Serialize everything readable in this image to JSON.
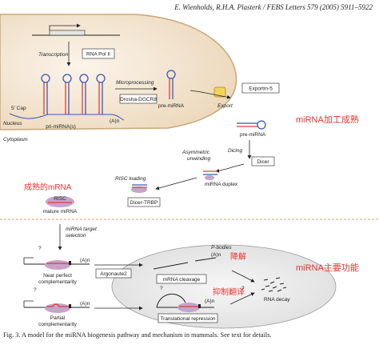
{
  "header": "E. Wienholds, R.H.A. Plasterk / FEBS Letters 579 (2005) 5911–5922",
  "labels": {
    "transcription": "Transcription",
    "rna_pol": "RNA Pol II",
    "cap": "5' Cap",
    "an": "(A)n",
    "pri_mirna": "pri-miRNA(s)",
    "nucleus": "Nucleus",
    "microprocessing": "Microprocessing",
    "drosha": "Drosha-DGCR8",
    "pre_mirna_nuc": "pre-miRNA",
    "export": "Export",
    "exportin": "Exportin-5",
    "pre_mirna_cyto": "pre-miRNA",
    "cytoplasm": "Cytoplasm",
    "dicing": "Dicing",
    "dicer": "Dicer",
    "asym_1": "Asymmetric",
    "asym_2": "unwinding",
    "duplex": "miRNA duplex",
    "risc_loading": "RISC loading",
    "risc": "RISC",
    "mature": "mature miRNA",
    "dicer_trbp": "Dicer-TRBP",
    "target_1": "miRNA target",
    "target_2": "selection",
    "pbodies": "P-bodies",
    "near_1": "Near perfect",
    "near_2": "complementarity",
    "partial_1": "Partial",
    "partial_2": "complementarity",
    "ago2": "Argonaute2",
    "cleavage": "mRNA cleavage",
    "repression": "Translational repression",
    "decay": "RNA decay",
    "q": "?"
  },
  "annotations": {
    "processing": "miRNA加工成熟",
    "mature": "成熟的mRNA",
    "degrade": "降解",
    "inhibit": "抑制翻译",
    "function": "miRNA主要功能"
  },
  "caption": "Fig. 3.  A model for the miRNA biogenesis pathway and mechanism in mammals. See text for details.",
  "colors": {
    "nucleus_fill": "#f2e4cf",
    "nucleus_edge": "#c9a77a",
    "pbody_fill": "#ebebeb",
    "protein": "#c7a3c9",
    "rna_red": "#d8403a",
    "rna_blue": "#3a58b5",
    "annotation": "#e8352f",
    "divider": "#f0b400"
  }
}
